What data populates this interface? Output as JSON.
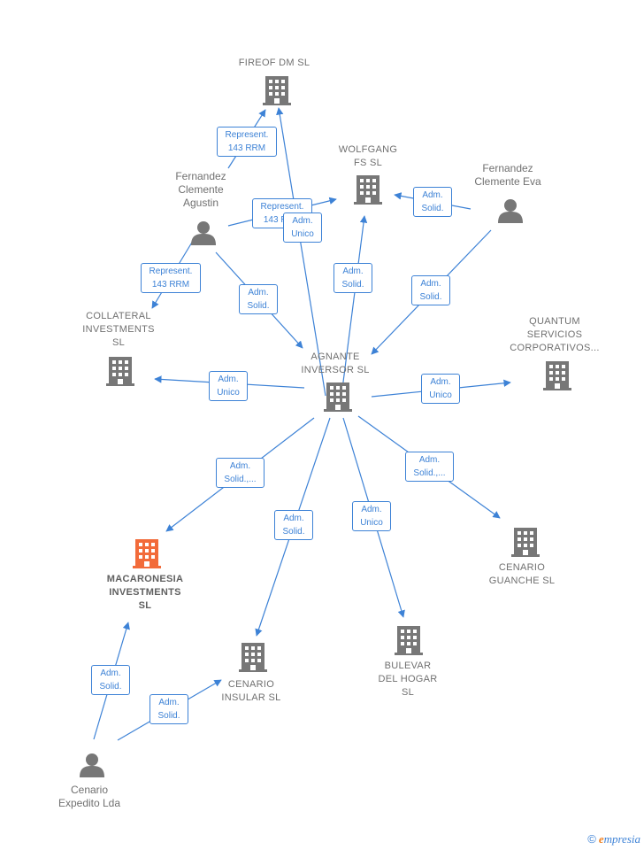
{
  "nodes": {
    "fireof": {
      "label": "FIREOF DM  SL",
      "type": "company",
      "color": "#777777"
    },
    "wolfgang": {
      "label": "WOLFGANG\nFS  SL",
      "type": "company",
      "color": "#777777"
    },
    "agustin": {
      "label": "Fernandez\nClemente\nAgustin",
      "type": "person",
      "color": "#777777"
    },
    "eva": {
      "label": "Fernandez\nClemente Eva",
      "type": "person",
      "color": "#777777"
    },
    "collateral": {
      "label": "COLLATERAL\nINVESTMENTS\nSL",
      "type": "company",
      "color": "#777777"
    },
    "agnante": {
      "label": "AGNANTE\nINVERSOR SL",
      "type": "company",
      "color": "#777777"
    },
    "quantum": {
      "label": "QUANTUM\nSERVICIOS\nCORPORATIVOS...",
      "type": "company",
      "color": "#777777"
    },
    "macaronesia": {
      "label": "MACARONESIA\nINVESTMENTS\nSL",
      "type": "company",
      "color": "#f26b3a"
    },
    "cenario_guanche": {
      "label": "CENARIO\nGUANCHE  SL",
      "type": "company",
      "color": "#777777"
    },
    "cenario_insular": {
      "label": "CENARIO\nINSULAR  SL",
      "type": "company",
      "color": "#777777"
    },
    "bulevar": {
      "label": "BULEVAR\nDEL HOGAR\nSL",
      "type": "company",
      "color": "#777777"
    },
    "cenario_expedito": {
      "label": "Cenario\nExpedito Lda",
      "type": "person",
      "color": "#777777"
    }
  },
  "edges": [
    {
      "id": "e1",
      "label": "Represent.\n143 RRM"
    },
    {
      "id": "e2",
      "label": "Represent.\n143 RRM"
    },
    {
      "id": "e3",
      "label": "Adm.\nUnico"
    },
    {
      "id": "e4",
      "label": "Adm.\nSolid."
    },
    {
      "id": "e5",
      "label": "Adm.\nSolid."
    },
    {
      "id": "e6",
      "label": "Represent.\n143 RRM"
    },
    {
      "id": "e7",
      "label": "Adm.\nSolid."
    },
    {
      "id": "e8",
      "label": "Adm.\nSolid."
    },
    {
      "id": "e9",
      "label": "Adm.\nUnico"
    },
    {
      "id": "e10",
      "label": "Adm.\nUnico"
    },
    {
      "id": "e11",
      "label": "Adm.\nSolid.,..."
    },
    {
      "id": "e12",
      "label": "Adm.\nSolid."
    },
    {
      "id": "e13",
      "label": "Adm.\nUnico"
    },
    {
      "id": "e14",
      "label": "Adm.\nSolid.,..."
    },
    {
      "id": "e15",
      "label": "Adm.\nSolid."
    },
    {
      "id": "e16",
      "label": "Adm.\nSolid."
    }
  ],
  "colors": {
    "edge": "#3d82d6",
    "building": "#777777",
    "highlight": "#f26b3a"
  },
  "brand": {
    "copyright": "©",
    "name_first": "e",
    "name_rest": "mpresia"
  }
}
